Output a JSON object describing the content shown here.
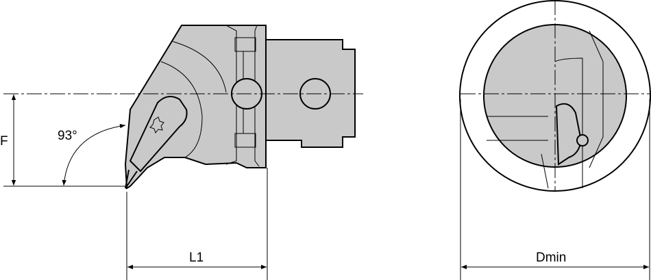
{
  "labels": {
    "f": "F",
    "angle": "93°",
    "l1": "L1",
    "dmin": "Dmin"
  },
  "colors": {
    "part_fill": "#c9c9c9",
    "line": "#000000"
  }
}
